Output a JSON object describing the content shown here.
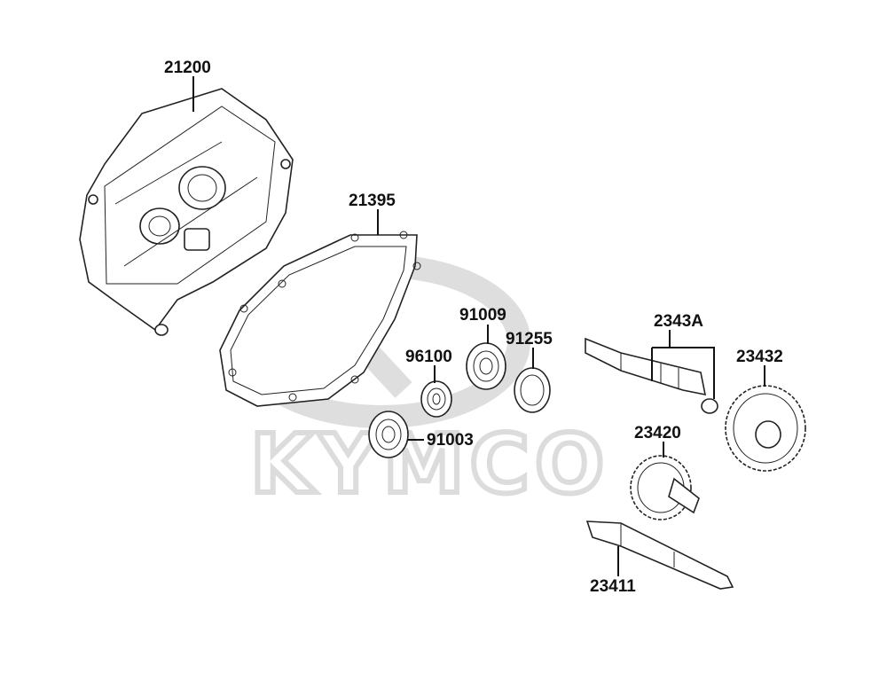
{
  "watermark": {
    "brand": "KYMCO",
    "color": "#d9d9d9"
  },
  "parts": [
    {
      "id": "21200"
    },
    {
      "id": "21395"
    },
    {
      "id": "91009"
    },
    {
      "id": "96100"
    },
    {
      "id": "91255"
    },
    {
      "id": "91003"
    },
    {
      "id": "2343A"
    },
    {
      "id": "23432"
    },
    {
      "id": "23420"
    },
    {
      "id": "23411"
    }
  ]
}
